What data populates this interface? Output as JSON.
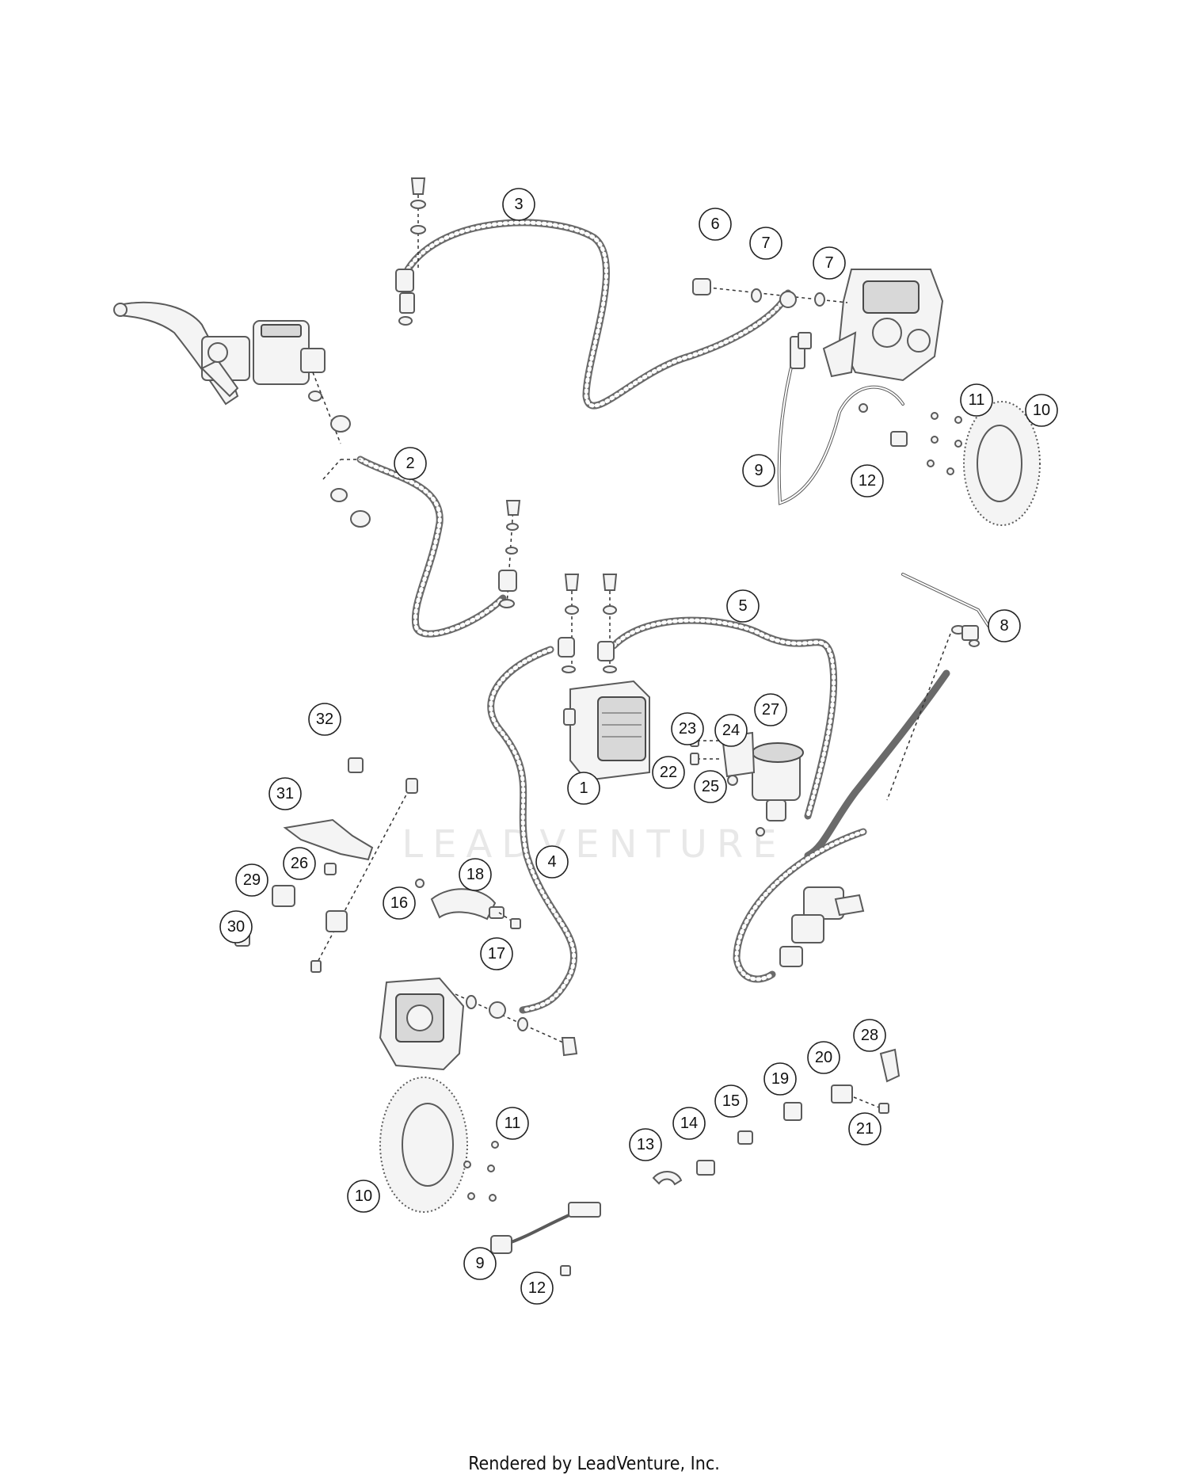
{
  "diagram": {
    "watermark": "LEADVENTURE",
    "footer": "Rendered by LeadVenture, Inc.",
    "callouts": [
      {
        "id": "c1",
        "label": "1"
      },
      {
        "id": "c2",
        "label": "2"
      },
      {
        "id": "c3",
        "label": "3"
      },
      {
        "id": "c4",
        "label": "4"
      },
      {
        "id": "c5",
        "label": "5"
      },
      {
        "id": "c6",
        "label": "6"
      },
      {
        "id": "c7a",
        "label": "7"
      },
      {
        "id": "c7b",
        "label": "7"
      },
      {
        "id": "c8",
        "label": "8"
      },
      {
        "id": "c9a",
        "label": "9"
      },
      {
        "id": "c9b",
        "label": "9"
      },
      {
        "id": "c10a",
        "label": "10"
      },
      {
        "id": "c10b",
        "label": "10"
      },
      {
        "id": "c11a",
        "label": "11"
      },
      {
        "id": "c11b",
        "label": "11"
      },
      {
        "id": "c12a",
        "label": "12"
      },
      {
        "id": "c12b",
        "label": "12"
      },
      {
        "id": "c13",
        "label": "13"
      },
      {
        "id": "c14",
        "label": "14"
      },
      {
        "id": "c15",
        "label": "15"
      },
      {
        "id": "c16",
        "label": "16"
      },
      {
        "id": "c17",
        "label": "17"
      },
      {
        "id": "c18",
        "label": "18"
      },
      {
        "id": "c19",
        "label": "19"
      },
      {
        "id": "c20",
        "label": "20"
      },
      {
        "id": "c21",
        "label": "21"
      },
      {
        "id": "c22",
        "label": "22"
      },
      {
        "id": "c23",
        "label": "23"
      },
      {
        "id": "c24",
        "label": "24"
      },
      {
        "id": "c25",
        "label": "25"
      },
      {
        "id": "c26",
        "label": "26"
      },
      {
        "id": "c27",
        "label": "27"
      },
      {
        "id": "c28",
        "label": "28"
      },
      {
        "id": "c29",
        "label": "29"
      },
      {
        "id": "c30",
        "label": "30"
      },
      {
        "id": "c31",
        "label": "31"
      },
      {
        "id": "c32",
        "label": "32"
      }
    ]
  }
}
